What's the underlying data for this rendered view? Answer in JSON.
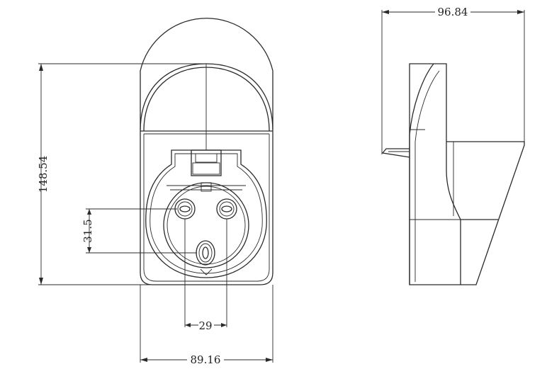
{
  "dimensions": {
    "height": "148.54",
    "width": "89.16",
    "depth": "96.84",
    "pin_spacing_vertical": "31.5",
    "pin_spacing_horizontal": "29"
  }
}
